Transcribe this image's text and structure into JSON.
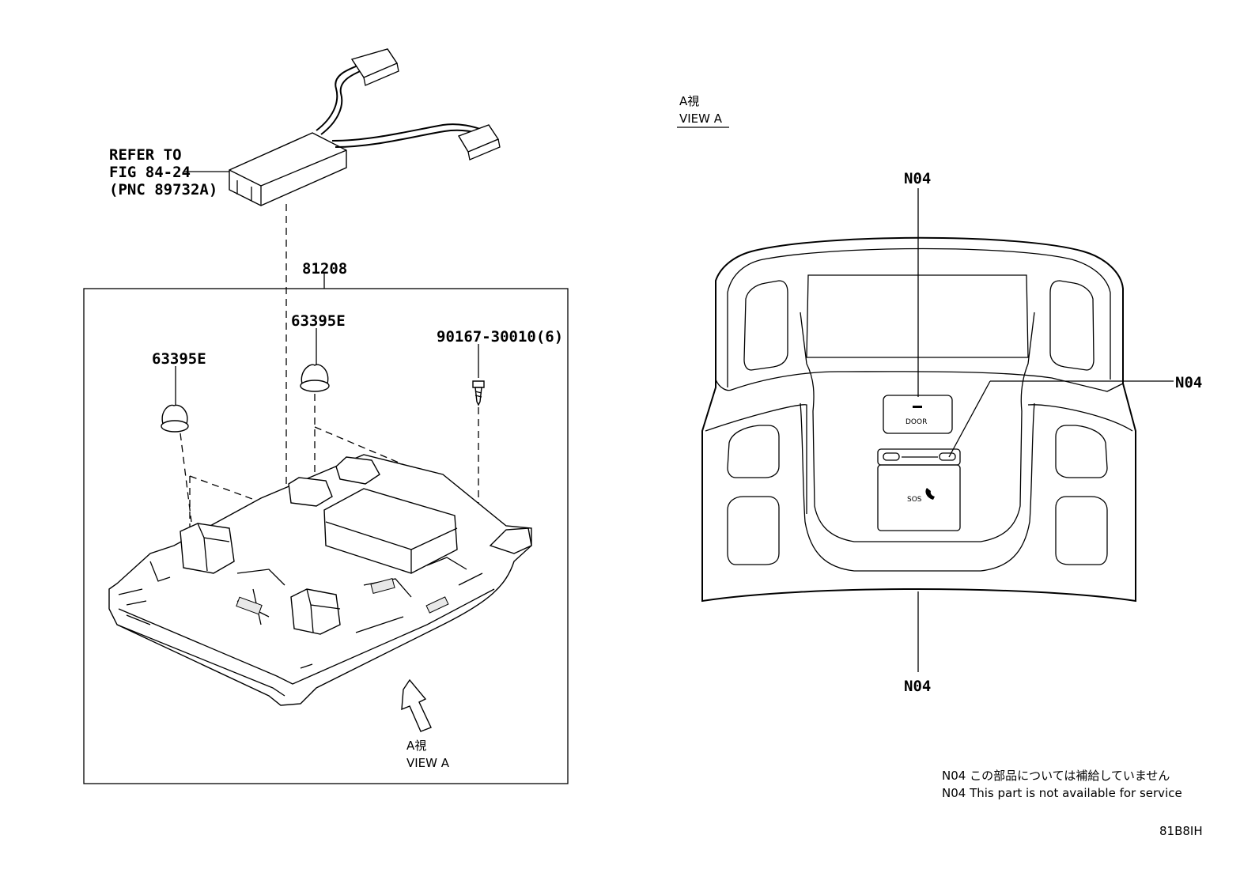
{
  "refer_note": {
    "line1": "REFER TO",
    "line2": "FIG 84-24",
    "line3": "(PNC 89732A)"
  },
  "parts": {
    "assembly": "81208",
    "clip_center": "63395E",
    "clip_left": "63395E",
    "screw": "90167-30010(6)"
  },
  "view_arrow_label": {
    "jp": "A視",
    "en": "VIEW A"
  },
  "view_title": {
    "jp": "A視",
    "en": "VIEW A"
  },
  "callouts": {
    "top": "N04",
    "right": "N04",
    "bottom": "N04"
  },
  "buttons": {
    "door": "DOOR",
    "sos": "SOS"
  },
  "notes": {
    "jp": "N04 この部品については補給していません",
    "en": "N04 This part is not available for service"
  },
  "figure_id": "81B8IH"
}
